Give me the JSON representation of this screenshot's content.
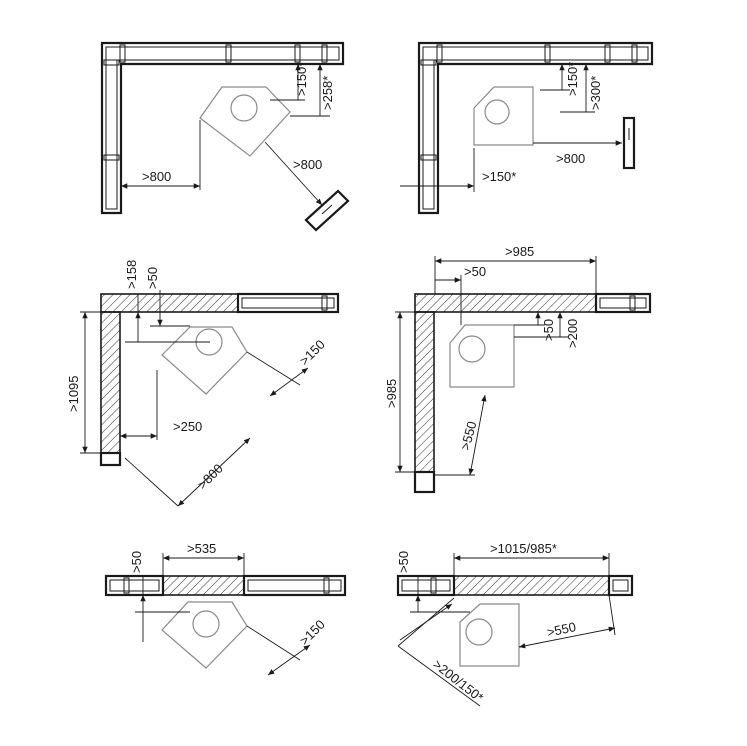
{
  "labels": {
    "d1_a": ">150*",
    "d1_b": ">258*",
    "d1_c": ">800",
    "d1_d": ">800",
    "d2_a": ">150*",
    "d2_b": ">300*",
    "d2_c": ">800",
    "d2_d": ">150*",
    "d3_a": ">158",
    "d3_b": ">50",
    "d3_c": ">1095",
    "d3_d": ">150",
    "d3_e": ">250",
    "d3_f": ">800",
    "d4_a": ">985",
    "d4_b": ">50",
    "d4_c": ">985",
    "d4_d": ">50",
    "d4_e": ">200",
    "d4_f": ">550",
    "d5_a": ">50",
    "d5_b": ">535",
    "d5_c": ">150",
    "d6_a": ">50",
    "d6_b": ">1015/985*",
    "d6_c": ">550",
    "d6_d": ">200/150*"
  },
  "colors": {
    "line": "#1a1a1a",
    "fixture": "#8a8a8a",
    "background": "#ffffff"
  }
}
